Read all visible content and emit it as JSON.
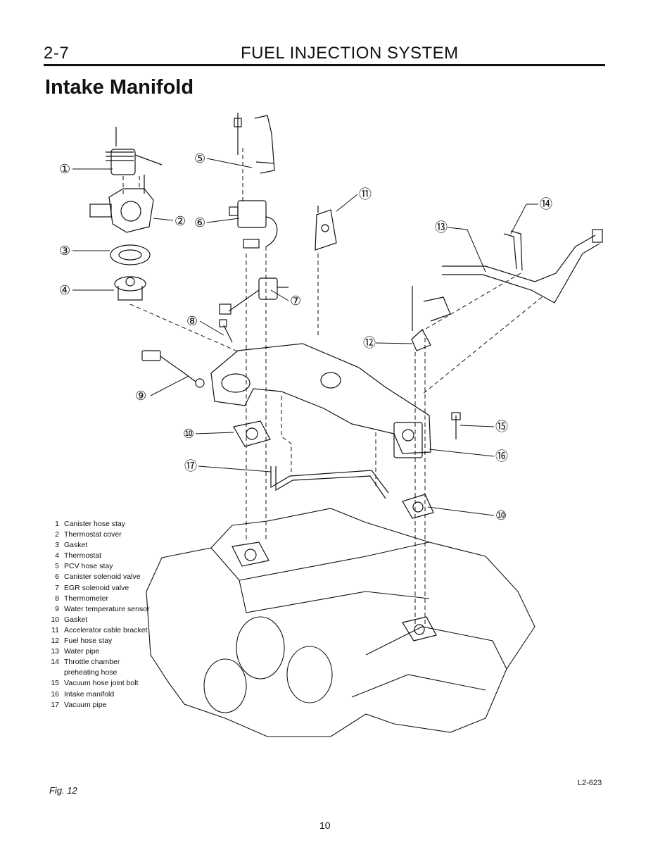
{
  "header": {
    "section_number": "2-7",
    "running_title": "FUEL INJECTION SYSTEM"
  },
  "title": "Intake Manifold",
  "callouts": [
    "①",
    "②",
    "③",
    "④",
    "⑤",
    "⑥",
    "⑦",
    "⑧",
    "⑨",
    "⑩",
    "⑪",
    "⑫",
    "⑬",
    "⑭",
    "⑮",
    "⑯",
    "⑰",
    "⑩"
  ],
  "legend": [
    {
      "num": "1",
      "text": "Canister hose stay"
    },
    {
      "num": "2",
      "text": "Thermostat cover"
    },
    {
      "num": "3",
      "text": "Gasket"
    },
    {
      "num": "4",
      "text": "Thermostat"
    },
    {
      "num": "5",
      "text": "PCV hose stay"
    },
    {
      "num": "6",
      "text": "Canister solenoid valve"
    },
    {
      "num": "7",
      "text": "EGR solenoid valve"
    },
    {
      "num": "8",
      "text": "Thermometer"
    },
    {
      "num": "9",
      "text": "Water temperature sensor"
    },
    {
      "num": "10",
      "text": "Gasket"
    },
    {
      "num": "11",
      "text": "Accelerator cable bracket"
    },
    {
      "num": "12",
      "text": "Fuel hose stay"
    },
    {
      "num": "13",
      "text": "Water pipe"
    },
    {
      "num": "14",
      "text": "Throttle chamber preheating hose"
    },
    {
      "num": "15",
      "text": "Vacuum hose joint bolt"
    },
    {
      "num": "16",
      "text": "Intake manifold"
    },
    {
      "num": "17",
      "text": "Vacuum pipe"
    }
  ],
  "figure": {
    "caption": "Fig. 12",
    "code": "L2-623"
  },
  "page_number": "10"
}
